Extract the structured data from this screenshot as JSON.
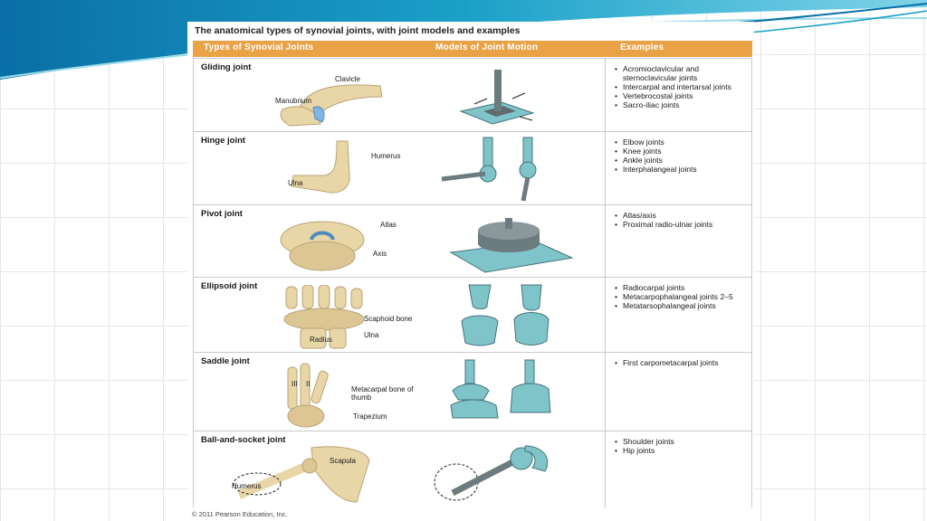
{
  "figure": {
    "title": "The anatomical types of synovial joints, with joint models and examples",
    "headers": {
      "types": "Types of Synovial Joints",
      "models": "Models of Joint Motion",
      "examples": "Examples"
    },
    "copyright": "© 2011 Pearson Education, Inc.",
    "colors": {
      "header": "#e9a246",
      "bone": "#e8d6a6",
      "model": "#7fc4c9",
      "model_dark": "#44737a",
      "cartilage": "#7fb6e6"
    }
  },
  "rows": [
    {
      "name": "Gliding joint",
      "labels": [
        "Clavicle",
        "Manubrium"
      ],
      "examples": [
        "Acromioclavicular and sternoclavicular joints",
        "Intercarpal and intertarsal joints",
        "Vertebrocostal joints",
        "Sacro-iliac joints"
      ]
    },
    {
      "name": "Hinge joint",
      "labels": [
        "Humerus",
        "Ulna"
      ],
      "examples": [
        "Elbow joints",
        "Knee joints",
        "Ankle joints",
        "Interphalangeal joints"
      ]
    },
    {
      "name": "Pivot joint",
      "labels": [
        "Atlas",
        "Axis"
      ],
      "examples": [
        "Atlas/axis",
        "Proximal radio-ulnar joints"
      ]
    },
    {
      "name": "Ellipsoid joint",
      "labels": [
        "Scaphoid bone",
        "Ulna",
        "Radius"
      ],
      "examples": [
        "Radiocarpal joints",
        "Metacarpophalangeal joints 2–5",
        "Metatarsophalangeal joints"
      ]
    },
    {
      "name": "Saddle joint",
      "labels": [
        "III",
        "II",
        "Metacarpal bone of thumb",
        "Trapezium"
      ],
      "examples": [
        "First carpometacarpal joints"
      ]
    },
    {
      "name": "Ball-and-socket joint",
      "labels": [
        "Scapula",
        "Humerus"
      ],
      "examples": [
        "Shoulder joints",
        "Hip joints"
      ]
    }
  ]
}
